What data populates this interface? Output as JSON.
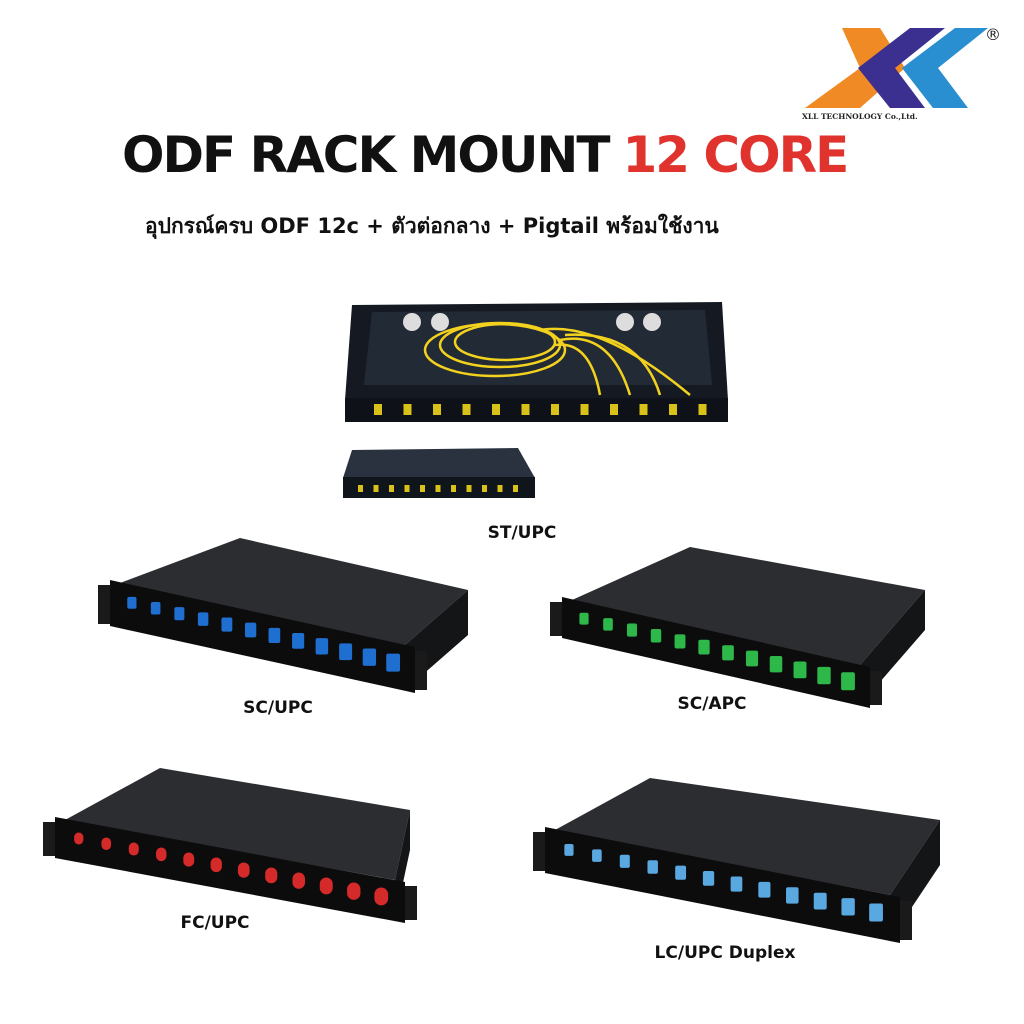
{
  "logo": {
    "company": "XLL TECHNOLOGY Co.,Ltd.",
    "registered": "®",
    "colors": {
      "orange": "#f08a24",
      "purple": "#3b2f8f",
      "blue": "#2a8fd0"
    }
  },
  "header": {
    "title_main": "ODF RACK MOUNT",
    "title_accent": "12 CORE",
    "accent_color": "#e0332e",
    "subtitle": "อุปกรณ์ครบ ODF 12c + ตัวต่อกลาง + Pigtail พร้อมใช้งาน"
  },
  "products": [
    {
      "label": "ST/UPC",
      "port_color": "#d8c21a",
      "ports": 12
    },
    {
      "label": "SC/UPC",
      "port_color": "#1f6fd0",
      "ports": 12
    },
    {
      "label": "SC/APC",
      "port_color": "#2fb84a",
      "ports": 12
    },
    {
      "label": "FC/UPC",
      "port_color": "#d42a2a",
      "ports": 12
    },
    {
      "label": "LC/UPC Duplex",
      "port_color": "#5aa8e0",
      "ports": 12
    }
  ]
}
